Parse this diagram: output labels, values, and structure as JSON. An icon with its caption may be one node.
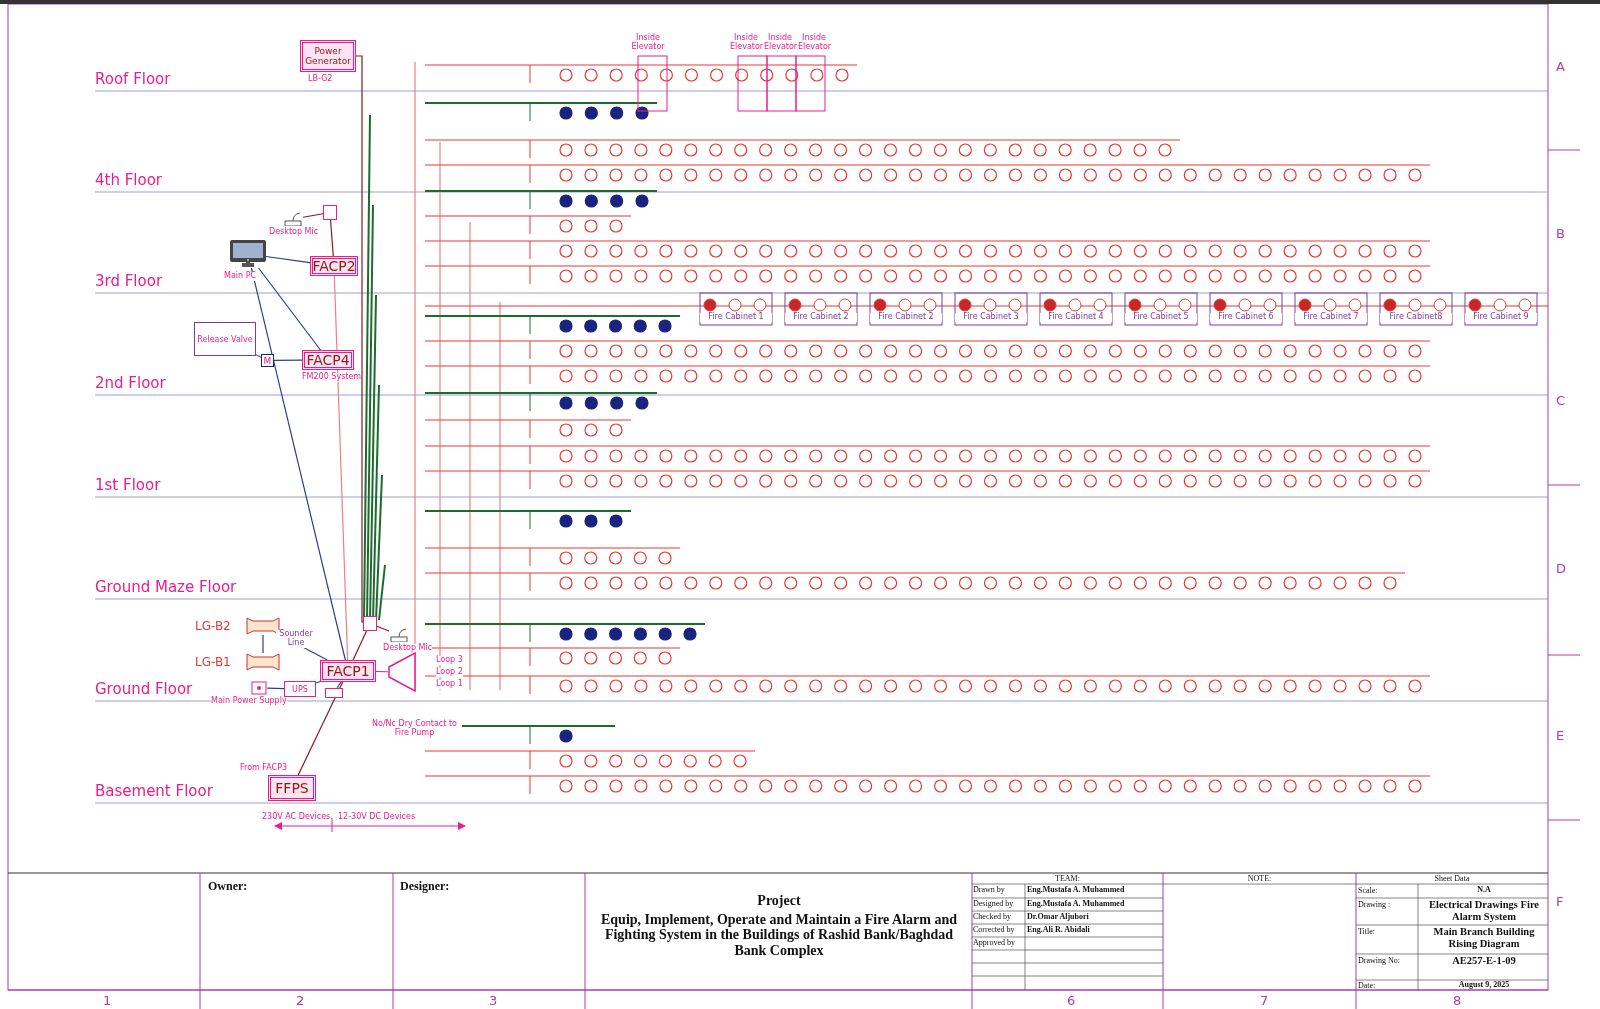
{
  "diagram": {
    "nodes": [
      {
        "text": [
          "Power Generator"
        ],
        "beside": [
          "LB-G2"
        ]
      },
      {
        "text": [
          "FACP2"
        ]
      },
      {
        "text": [
          "FACP4"
        ],
        "beside": [
          "FM200 System"
        ]
      },
      {
        "text": [
          "FACP1"
        ]
      },
      {
        "text": [
          "FFPS"
        ]
      },
      {
        "text": [],
        "shape": "picture",
        "beside": [
          "Main PC"
        ]
      },
      {
        "text": [
          "Release Valve"
        ]
      },
      {
        "text": [],
        "shape": "picture",
        "beside": [
          "Desktop Mic"
        ]
      },
      {
        "text": [],
        "shape": "box"
      },
      {
        "text": [],
        "shape": "picture",
        "beside": [
          "Desktop Mic"
        ]
      },
      {
        "text": [],
        "shape": "box"
      },
      {
        "text": [],
        "shape": "picture",
        "beside": [
          "LG-B2"
        ]
      },
      {
        "text": [],
        "shape": "picture",
        "beside": [
          "LG-B1"
        ]
      },
      {
        "text": [],
        "shape": "picture",
        "beside": [
          "Main Power Supply"
        ]
      },
      {
        "text": [
          "UPS"
        ]
      },
      {
        "text": [],
        "shape": "box"
      },
      {
        "text": [
          "M"
        ]
      },
      {
        "text": [],
        "shape": "triangle"
      }
    ],
    "edges": [
      {
        "from": 0,
        "to": 10,
        "arrow": "none",
        "color": "#8b1a1a"
      },
      {
        "from": 5,
        "to": 1,
        "arrow": "none",
        "color": "#2c3e8f"
      },
      {
        "from": 7,
        "to": 8,
        "arrow": "none",
        "color": "#8b1a1a"
      },
      {
        "from": 8,
        "to": 1,
        "arrow": "none",
        "color": "#8b1a1a"
      },
      {
        "from": 5,
        "to": 2,
        "arrow": "none",
        "color": "#2c3e8f"
      },
      {
        "from": 2,
        "to": 16,
        "arrow": "none",
        "color": "#2c3e8f"
      },
      {
        "from": 16,
        "to": 6,
        "arrow": "none",
        "color": "#7d3c98"
      },
      {
        "from": 5,
        "to": 3,
        "arrow": "none",
        "color": "#2c3e8f"
      },
      {
        "from": 1,
        "to": 3,
        "arrow": "none",
        "color": "#f08080"
      },
      {
        "from": 11,
        "to": 3,
        "arrow": "none",
        "color": "#2c3e8f"
      },
      {
        "from": 12,
        "to": 11,
        "arrow": "none",
        "color": "#2c3e8f"
      },
      {
        "from": 13,
        "to": 14,
        "arrow": "none",
        "color": "#2c3e8f"
      },
      {
        "from": 14,
        "to": 3,
        "arrow": "none",
        "color": "#2c3e8f"
      },
      {
        "from": 15,
        "to": 3,
        "arrow": "none",
        "color": "#2c3e8f"
      },
      {
        "from": 9,
        "to": 10,
        "arrow": "none",
        "color": "#8b1a1a"
      },
      {
        "from": 10,
        "to": 3,
        "arrow": "none",
        "color": "#8b1a1a"
      },
      {
        "from": 3,
        "to": 17,
        "arrow": "none",
        "color": "#e91e8c"
      },
      {
        "from": 3,
        "to": 4,
        "arrow": "none",
        "color": "#8b1a1a"
      }
    ],
    "labels": [
      "Roof Floor",
      "4th Floor",
      "3rd Floor",
      "2nd Floor",
      "1st Floor",
      "Ground Maze Floor",
      "Ground Floor",
      "Basement Floor",
      "A",
      "B",
      "C",
      "D",
      "E",
      "F",
      "1",
      "2",
      "3",
      "6",
      "7",
      "8",
      "Inside Elevator",
      "Inside Elevator",
      "Inside Elevator",
      "Inside Elevator",
      "Fire Cabinet 1",
      "Fire Cabinet 2",
      "Fire Cabinet 2",
      "Fire Cabinet 3",
      "Fire Cabinet 4",
      "Fire Cabinet 5",
      "Fire Cabinet 6",
      "Fire Cabinet 7",
      "Fire Cabinet8",
      "Fire Cabinet 9",
      "Sounder Line",
      "Loop 3",
      "Loop 2",
      "Loop 1",
      "No/Nc Dry Contact to Fire Pump",
      "From FACP3",
      "230V AC Devices",
      "12-30V DC Devices",
      "Owner:",
      "Designer:",
      "Project",
      "Equip, Implement, Operate and Maintain a Fire Alarm and Fighting System in the Buildings of Rashid Bank/Baghdad Bank Complex",
      "TEAM:",
      "Drawn by",
      "Eng.Mustafa A. Muhammed",
      "Designed by",
      "Eng.Mustafa A. Muhammed",
      "Checked by",
      "Dr.Omar Aljubori",
      "Corrected by",
      "Eng.Ali R. Abidali",
      "Approved by",
      "NOTE:",
      "Sheet Data",
      "Scale:",
      "N.A",
      "Drawing :",
      "Electrical Drawings Fire Alarm System",
      "Title:",
      "Main Branch Building Rising Diagram",
      "Drawing No:",
      "AE257-E-1-09",
      "Date:",
      "August 9, 2025"
    ]
  }
}
